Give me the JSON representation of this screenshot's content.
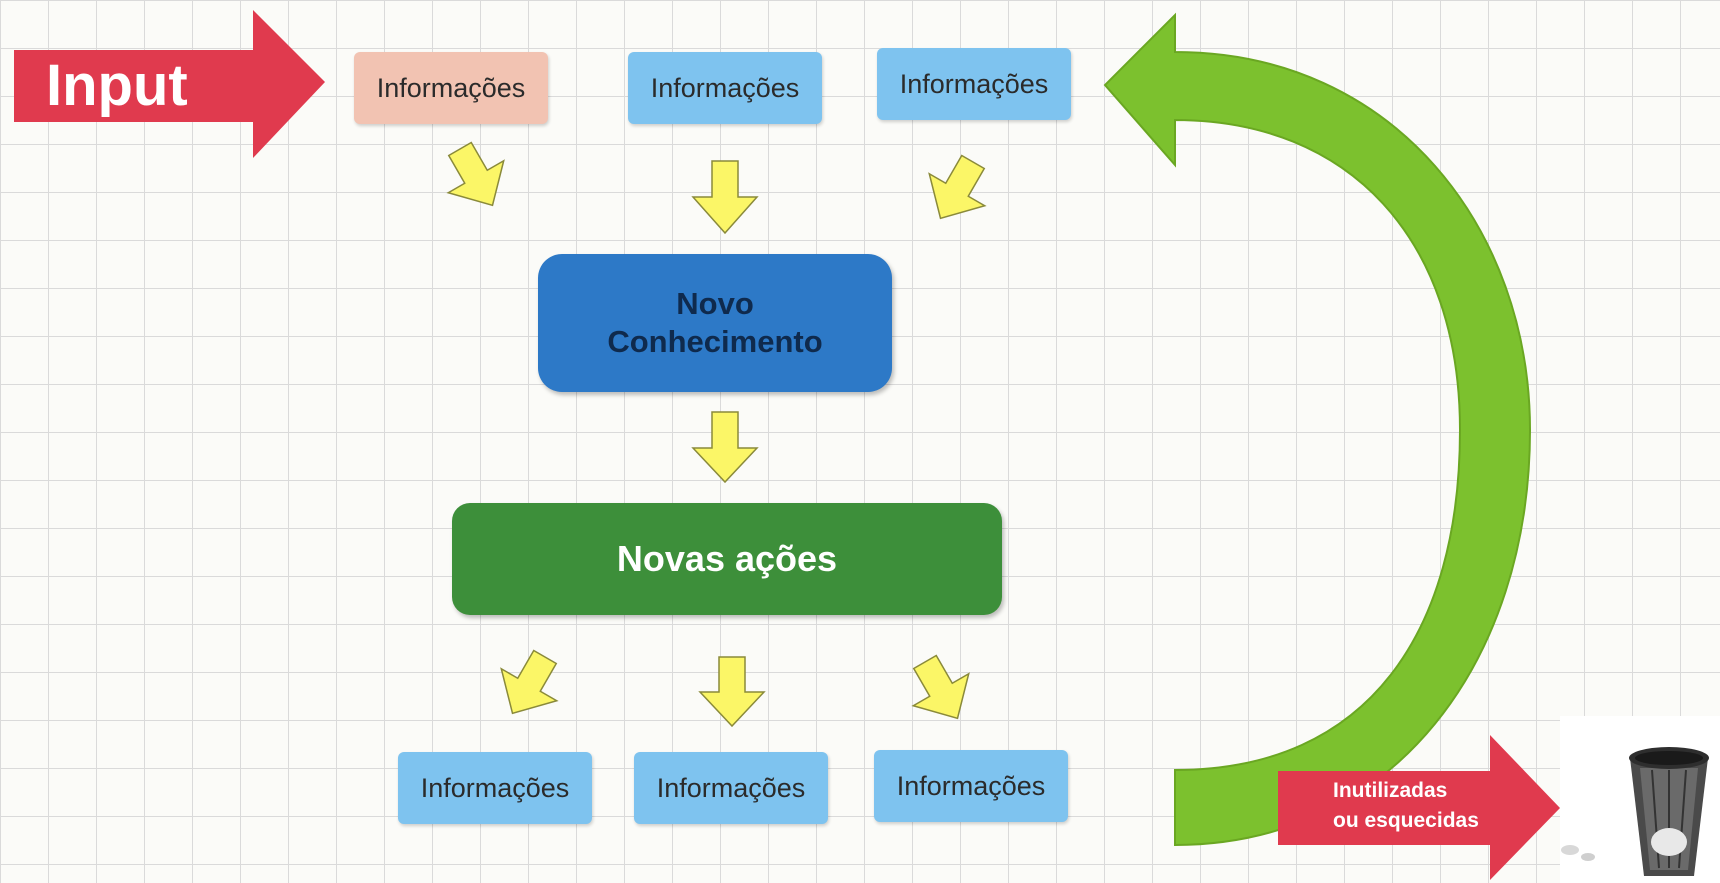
{
  "input_label": "Input",
  "top_infos": [
    "Informações",
    "Informações",
    "Informações"
  ],
  "center_box": {
    "line1": "Novo",
    "line2": "Conhecimento"
  },
  "actions_box": {
    "label": "Novas ações"
  },
  "bottom_infos": [
    "Informações",
    "Informações",
    "Informações"
  ],
  "trash_label": {
    "line1": "Inutilizadas",
    "line2": "ou esquecidas"
  },
  "colors": {
    "input_arrow": "#e03a4e",
    "info_blue": "#7ec3ef",
    "info_pink": "#f2c3b2",
    "knowledge_box": "#2d79c7",
    "actions_box": "#3d8f3a",
    "small_arrow": "#fbf667",
    "loop_arrow": "#7cc12e"
  },
  "icons": [
    "trash-can-icon"
  ]
}
